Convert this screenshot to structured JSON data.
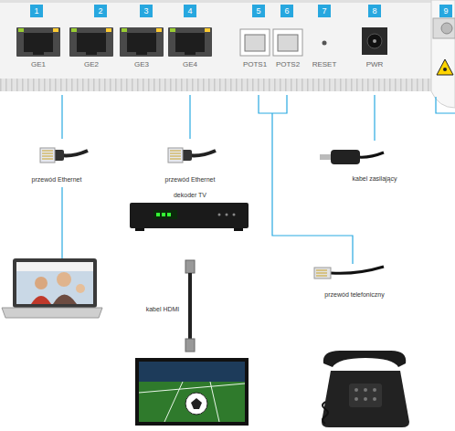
{
  "diagram": {
    "labels": [
      "1",
      "2",
      "3",
      "4",
      "5",
      "6",
      "7",
      "8",
      "9",
      "GE1",
      "GE2",
      "GE3",
      "GE4",
      "POTS1",
      "POTS2",
      "RESET",
      "PWR",
      "przewód Ethernet",
      "przewód Ethernet",
      "kabel zasilający",
      "dekoder TV",
      "kabel HDMI",
      "przewód telefoniczny"
    ]
  }
}
